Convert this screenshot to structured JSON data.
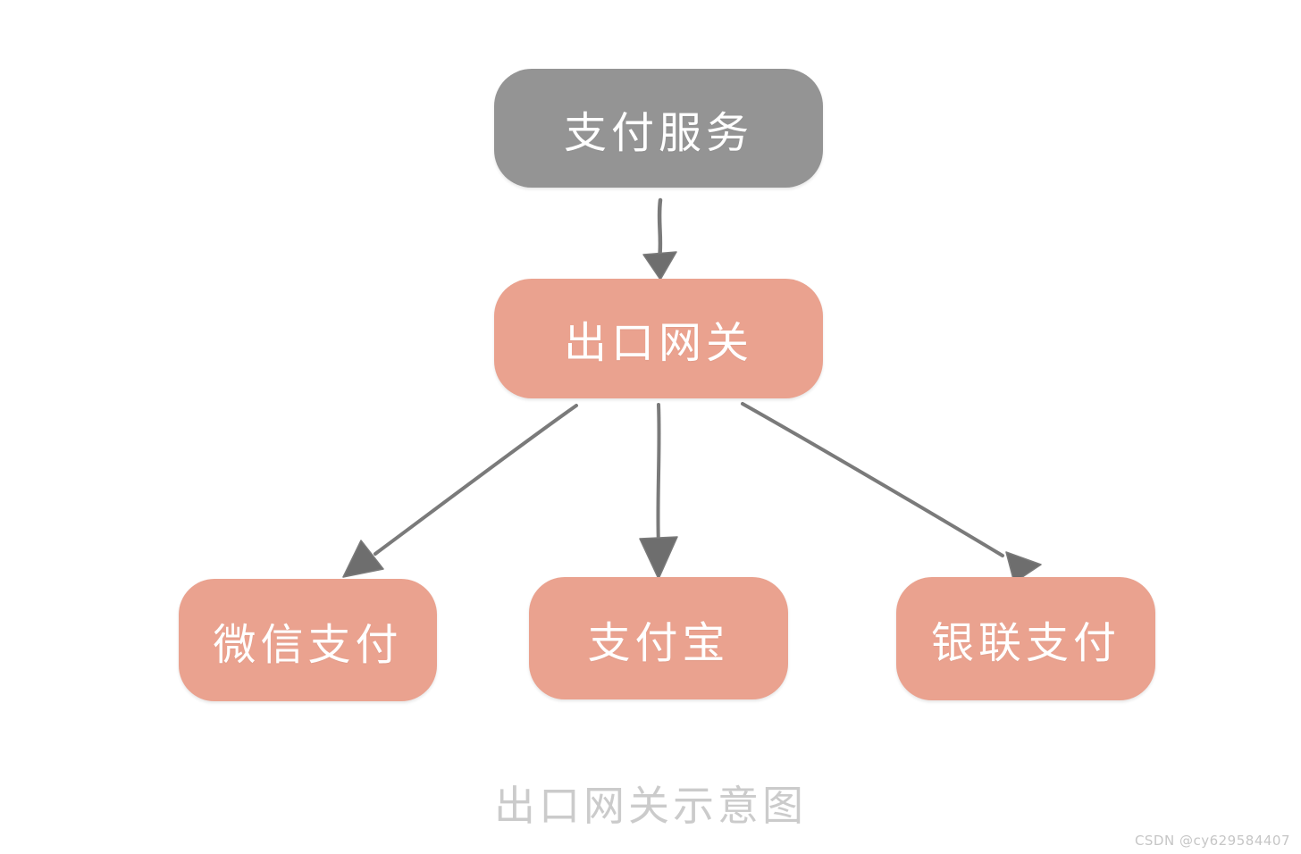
{
  "diagram": {
    "caption": "出口网关示意图",
    "watermark": "CSDN @cy629584407",
    "nodes": {
      "payment_service": {
        "label": "支付服务",
        "role": "root"
      },
      "export_gateway": {
        "label": "出口网关",
        "role": "gateway"
      },
      "wechat_pay": {
        "label": "微信支付",
        "role": "channel"
      },
      "alipay": {
        "label": "支付宝",
        "role": "channel"
      },
      "unionpay": {
        "label": "银联支付",
        "role": "channel"
      }
    },
    "edges": [
      {
        "from": "支付服务",
        "to": "出口网关"
      },
      {
        "from": "出口网关",
        "to": "微信支付"
      },
      {
        "from": "出口网关",
        "to": "支付宝"
      },
      {
        "from": "出口网关",
        "to": "银联支付"
      }
    ],
    "colors": {
      "background": "#FFFFFF",
      "root_node": "#949494",
      "child_node": "#EAA28F",
      "node_text": "#FFFFFF",
      "arrow": "#7A7A7A",
      "arrow_head": "#6E6E6E",
      "caption": "#CBCBCB",
      "watermark": "#C6C6C6"
    }
  }
}
